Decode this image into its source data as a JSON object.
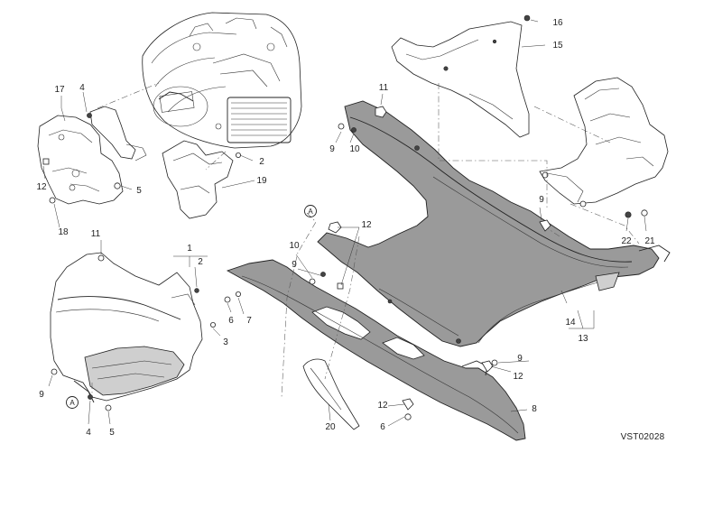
{
  "diagram": {
    "drawing_code": "VST02028",
    "reference_letter": "A",
    "callouts": {
      "c1": "1",
      "c2a": "2",
      "c2b": "2",
      "c3": "3",
      "c4a": "4",
      "c4b": "4",
      "c5a": "5",
      "c5b": "5",
      "c6a": "6",
      "c6b": "6",
      "c7": "7",
      "c8": "8",
      "c9a": "9",
      "c9b": "9",
      "c9c": "9",
      "c9d": "9",
      "c9e": "9",
      "c10a": "10",
      "c10b": "10",
      "c11a": "11",
      "c11b": "11",
      "c12a": "12",
      "c12b": "12",
      "c12c": "12",
      "c12d": "12",
      "c13": "13",
      "c14": "14",
      "c15": "15",
      "c16": "16",
      "c17": "17",
      "c18": "18",
      "c19": "19",
      "c20": "20",
      "c21": "21",
      "c22": "22"
    },
    "colors": {
      "panel": "#9a9a9a",
      "line": "#222222",
      "background": "#ffffff"
    }
  }
}
